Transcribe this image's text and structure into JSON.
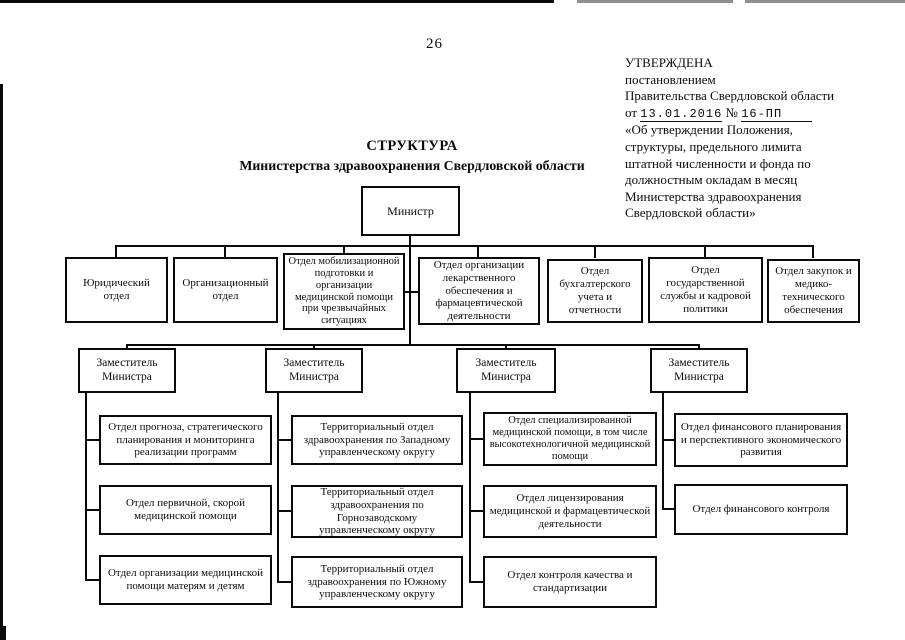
{
  "ink_color": "#0a0a0a",
  "page": {
    "number": "26"
  },
  "approval": {
    "lines_before": [
      "УТВЕРЖДЕНА",
      "постановлением",
      "Правительства Свердловской области"
    ],
    "date_prefix": "от",
    "date": "13.01.2016",
    "number_sign": "№",
    "number": "16-ПП",
    "lines_after": [
      "«Об утверждении Положения,",
      "структуры, предельного лимита",
      "штатной численности и фонда по",
      "должностным окладам в месяц",
      "Министерства здравоохранения",
      "Свердловской области»"
    ]
  },
  "title": {
    "line1": "СТРУКТУРА",
    "line2": "Министерства здравоохранения Свердловской области"
  },
  "chart": {
    "minister": "Министр",
    "level2": [
      "Юридический отдел",
      "Организационный отдел",
      "Отдел мобилизационной подготовки и организации медицинской помощи при чрезвычайных ситуациях",
      "Отдел организации лекарственного обеспечения и фармацевтической деятельности",
      "Отдел бухгалтерского учета и отчетности",
      "Отдел государственной службы и кадровой политики",
      "Отдел закупок и медико-технического обеспечения"
    ],
    "deputies": [
      "Заместитель Министра",
      "Заместитель Министра",
      "Заместитель Министра",
      "Заместитель Министра"
    ],
    "columns": [
      [
        "Отдел прогноза, стратегического планирования и мониторинга реализации программ",
        "Отдел первичной, скорой медицинской помощи",
        "Отдел организации медицинской помощи матерям и детям"
      ],
      [
        "Территориальный отдел здравоохранения по Западному управленческому округу",
        "Территориальный отдел здравоохранения по Горнозаводскому управленческому округу",
        "Территориальный отдел здравоохранения по Южному управленческому округу"
      ],
      [
        "Отдел специализированной медицинской помощи, в том числе высокотехнологичной медицинской помощи",
        "Отдел лицензирования медицинской и фармацевтической деятельности",
        "Отдел контроля качества и стандартизации"
      ],
      [
        "Отдел финансового планирования и перспективного экономического развития",
        "Отдел финансового контроля"
      ]
    ]
  }
}
